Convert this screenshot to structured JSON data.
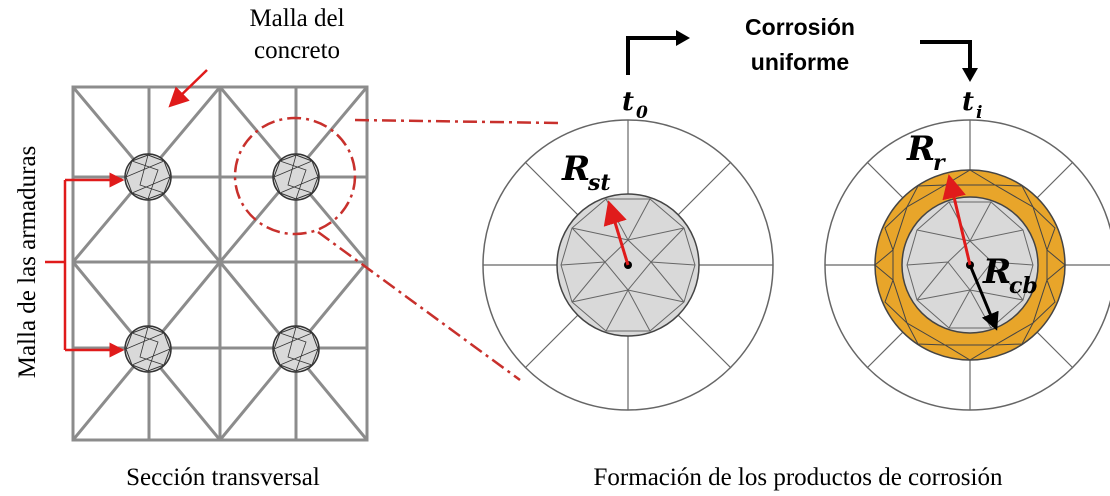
{
  "labels": {
    "concrete_mesh_line1": "Malla del",
    "concrete_mesh_line2": "concreto",
    "rebar_mesh": "Malla de las armaduras",
    "cross_section": "Sección transversal",
    "uniform_corrosion_line1": "Corrosión",
    "uniform_corrosion_line2": "uniforme",
    "products_formation": "Formación de los productos de corrosión"
  },
  "math": {
    "t0_base": "t",
    "t0_sub": "0",
    "ti_base": "t",
    "ti_sub": "i",
    "rst_base": "R",
    "rst_sub": "st",
    "rr_base": "R",
    "rr_sub": "r",
    "rcb_base": "R",
    "rcb_sub": "cb"
  },
  "colors": {
    "mesh_gray": "#8c8c8c",
    "steel_fill": "#d9d9d9",
    "rust_orange": "#e8a52a",
    "accent_red": "#e01b1b",
    "dashdot_red": "#c8302c",
    "ink": "#000000"
  }
}
